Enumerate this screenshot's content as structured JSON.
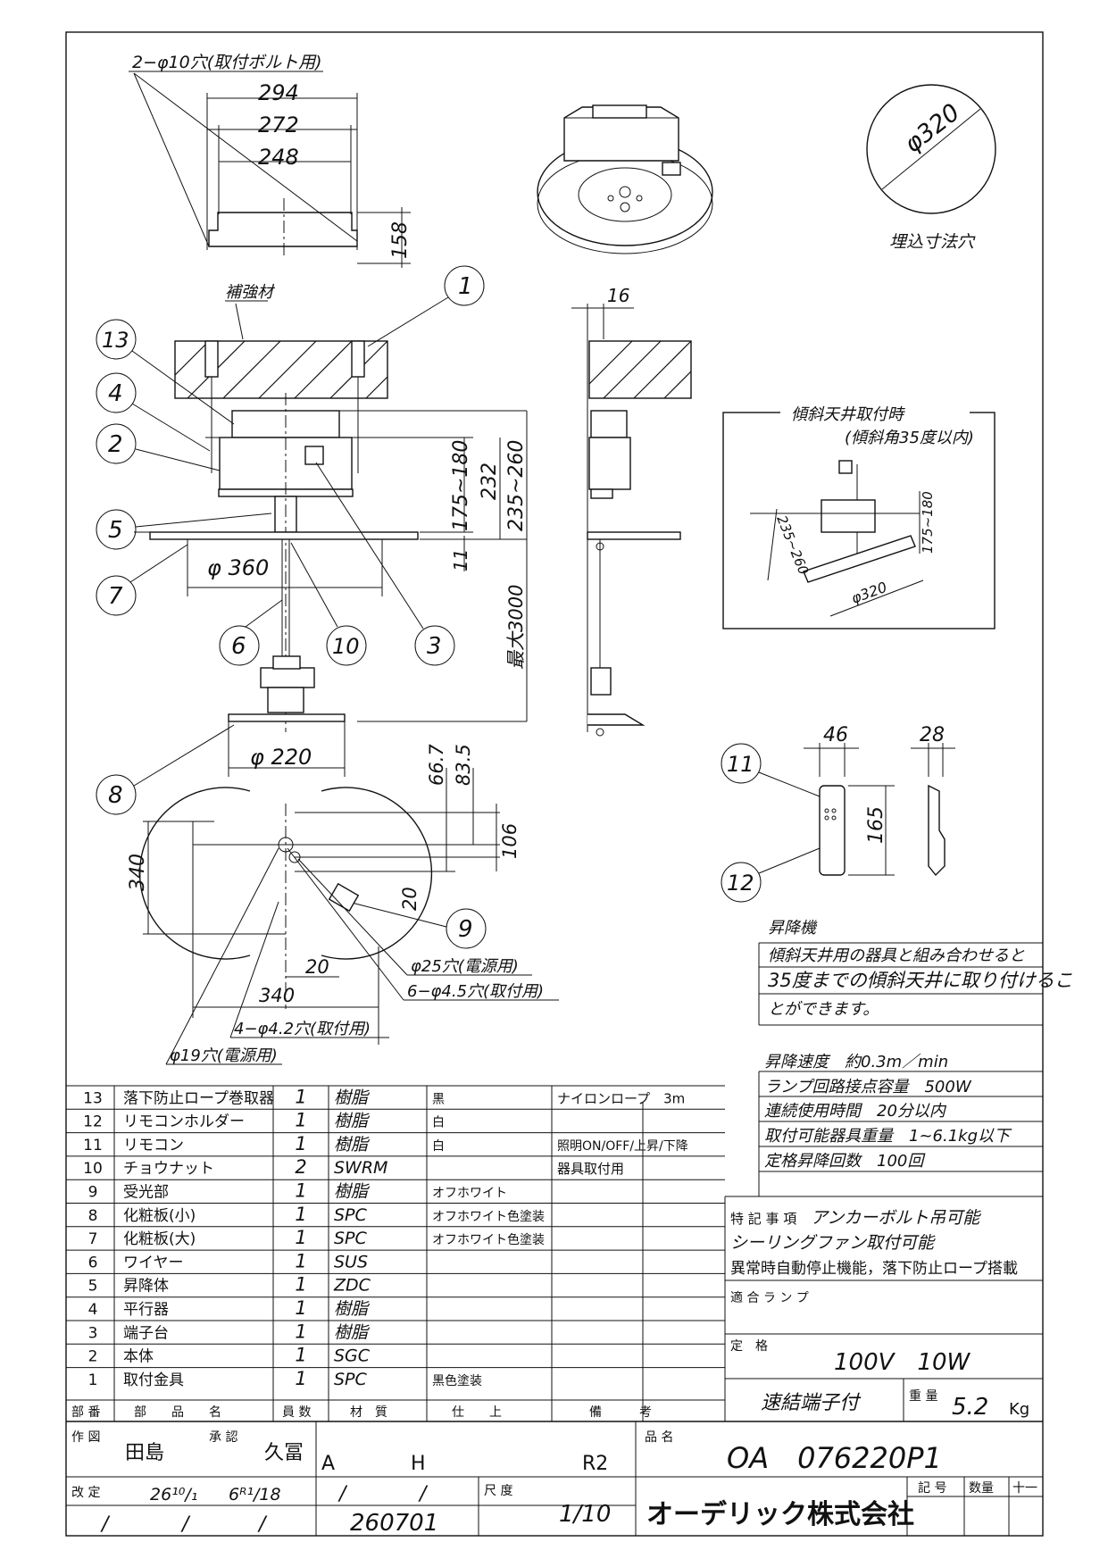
{
  "drawing": {
    "top_view": {
      "hole_note": "2−φ10穴(取付ボルト用)",
      "dims": [
        "294",
        "272",
        "248",
        "158"
      ]
    },
    "cutout": {
      "dim": "φ320",
      "label": "埋込寸法穴"
    },
    "reinforce_label": "補強材",
    "side_dim_16": "16",
    "main_dims": {
      "d175_180": "175~180",
      "d232": "232",
      "d235_260": "235~260",
      "d11": "11",
      "max3000": "最大3000",
      "phi360": "φ 360",
      "phi220": "φ 220"
    },
    "balloons": [
      "1",
      "13",
      "4",
      "2",
      "5",
      "7",
      "6",
      "10",
      "3",
      "8",
      "9",
      "11",
      "12"
    ],
    "incline": {
      "title": "傾斜天井取付時",
      "subtitle": "(傾斜角35度以内)",
      "d235_260": "235~260",
      "d175_180": "175~180",
      "phi320": "φ320"
    },
    "remote_dims": {
      "w46": "46",
      "w28": "28",
      "h165": "165"
    },
    "bottom_view": {
      "d340v": "340",
      "d66_7": "66.7",
      "d83_5": "83.5",
      "d106": "106",
      "d20v": "20",
      "d20h": "20",
      "d340h": "340",
      "note_phi25": "φ25穴(電源用)",
      "note_6phi45": "6−φ4.5穴(取付用)",
      "note_4phi42": "4−φ4.2穴(取付用)",
      "note_phi19": "φ19穴(電源用)"
    }
  },
  "lift_note": {
    "title": "昇降機",
    "lines": [
      "傾斜天井用の器具と組み合わせると",
      "35度までの傾斜天井に取り付けるこ",
      "とができます。"
    ]
  },
  "specs": [
    "昇降速度　約0.3m／min",
    "ランプ回路接点容量　500W",
    "連続使用時間　20分以内",
    "取付可能器具重量　1~6.1kg以下",
    "定格昇降回数　100回"
  ],
  "special": {
    "label": "特 記 事 項",
    "lines": [
      "アンカーボルト吊可能",
      "シーリングファン取付可能",
      "異常時自動停止機能，落下防止ロープ搭載"
    ]
  },
  "lamp_label": "適 合 ラ ン プ",
  "rating": {
    "label": "定　格",
    "value": "100V　10W"
  },
  "connector": "速結端子付",
  "weight": {
    "label": "重 量",
    "value": "5.2",
    "unit": "Kg"
  },
  "parts_header": [
    "部 番",
    "部　　品　　名",
    "員 数",
    "材　質",
    "仕　　上",
    "備　　　考"
  ],
  "parts": [
    {
      "no": "13",
      "name": "落下防止ロープ巻取器",
      "qty": "1",
      "material": "樹脂",
      "finish": "黒",
      "note": "ナイロンロープ　3m"
    },
    {
      "no": "12",
      "name": "リモコンホルダー",
      "qty": "1",
      "material": "樹脂",
      "finish": "白",
      "note": ""
    },
    {
      "no": "11",
      "name": "リモコン",
      "qty": "1",
      "material": "樹脂",
      "finish": "白",
      "note": "照明ON/OFF/上昇/下降"
    },
    {
      "no": "10",
      "name": "チョウナット",
      "qty": "2",
      "material": "SWRM",
      "finish": "",
      "note": "器具取付用"
    },
    {
      "no": "9",
      "name": "受光部",
      "qty": "1",
      "material": "樹脂",
      "finish": "オフホワイト",
      "note": ""
    },
    {
      "no": "8",
      "name": "化粧板(小)",
      "qty": "1",
      "material": "SPC",
      "finish": "オフホワイト色塗装",
      "note": ""
    },
    {
      "no": "7",
      "name": "化粧板(大)",
      "qty": "1",
      "material": "SPC",
      "finish": "オフホワイト色塗装",
      "note": ""
    },
    {
      "no": "6",
      "name": "ワイヤー",
      "qty": "1",
      "material": "SUS",
      "finish": "",
      "note": ""
    },
    {
      "no": "5",
      "name": "昇降体",
      "qty": "1",
      "material": "ZDC",
      "finish": "",
      "note": ""
    },
    {
      "no": "4",
      "name": "平行器",
      "qty": "1",
      "material": "樹脂",
      "finish": "",
      "note": ""
    },
    {
      "no": "3",
      "name": "端子台",
      "qty": "1",
      "material": "樹脂",
      "finish": "",
      "note": ""
    },
    {
      "no": "2",
      "name": "本体",
      "qty": "1",
      "material": "SGC",
      "finish": "",
      "note": ""
    },
    {
      "no": "1",
      "name": "取付金具",
      "qty": "1",
      "material": "SPC",
      "finish": "黒色塗装",
      "note": ""
    }
  ],
  "title_block": {
    "drawn_label": "作 図",
    "drawn_by": "田島",
    "approved_label": "承 認",
    "approved_by": "久冨",
    "code_a": "A",
    "code_h": "H",
    "code_r": "R2",
    "product_label": "品 名",
    "product_no": "OA　076220P1",
    "rev_label": "改 定",
    "rev1": "26¹⁰/₁",
    "rev2": "6ᴿ¹/18",
    "slash": "/",
    "doc_no": "260701",
    "scale_label": "尺 度",
    "scale": "1/10",
    "company": "オーデリック株式会社",
    "symbol_label": "記 号",
    "qty_label": "数量",
    "plusminus": "十一"
  }
}
